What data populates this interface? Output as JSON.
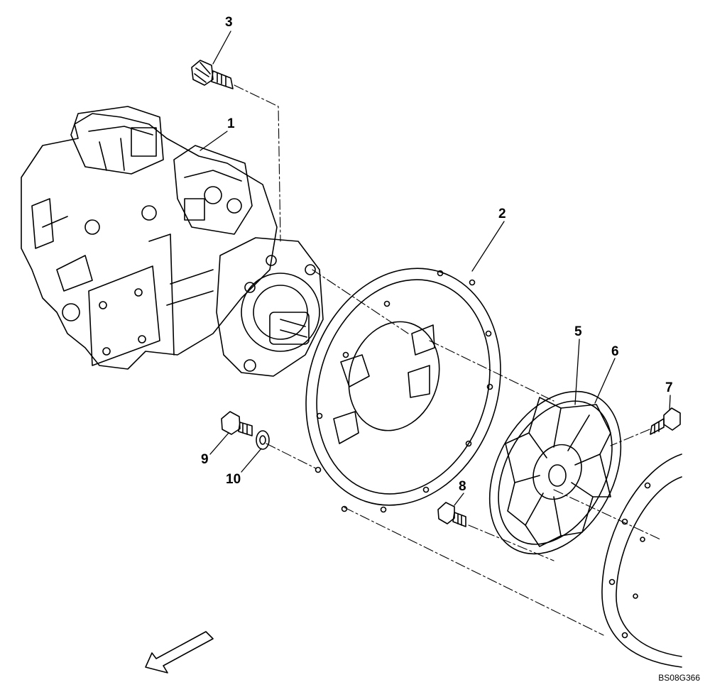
{
  "diagram": {
    "parts": [
      {
        "number": "1"
      },
      {
        "number": "2"
      },
      {
        "number": "3"
      },
      {
        "number": "5"
      },
      {
        "number": "6"
      },
      {
        "number": "7"
      },
      {
        "number": "8"
      },
      {
        "number": "9"
      },
      {
        "number": "10"
      }
    ],
    "drawing_id": "BS08G366",
    "line_color": "#000000",
    "background": "#ffffff"
  }
}
